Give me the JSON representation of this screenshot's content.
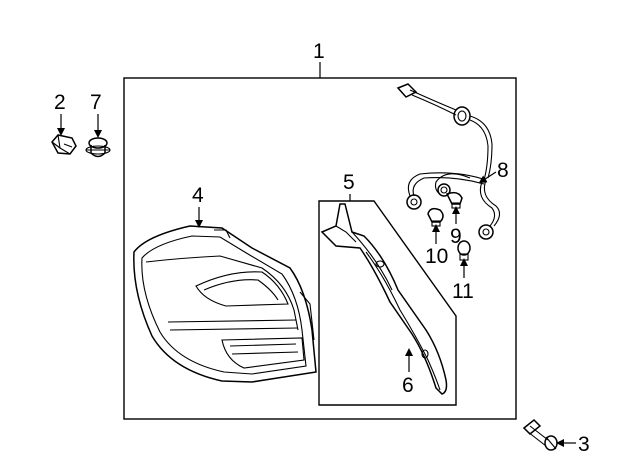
{
  "callouts": {
    "c1": "1",
    "c2": "2",
    "c3": "3",
    "c4": "4",
    "c5": "5",
    "c6": "6",
    "c7": "7",
    "c8": "8",
    "c9": "9",
    "c10": "10",
    "c11": "11"
  },
  "parts": [
    {
      "callout": "1",
      "icon": "assembly-frame"
    },
    {
      "callout": "2",
      "icon": "clip-nut-icon"
    },
    {
      "callout": "3",
      "icon": "bolt-icon"
    },
    {
      "callout": "4",
      "icon": "tail-lamp-icon"
    },
    {
      "callout": "5",
      "icon": "inner-panel-box"
    },
    {
      "callout": "6",
      "icon": "seal-strip-icon"
    },
    {
      "callout": "7",
      "icon": "grommet-icon"
    },
    {
      "callout": "8",
      "icon": "wire-harness-icon"
    },
    {
      "callout": "9",
      "icon": "bulb-icon"
    },
    {
      "callout": "10",
      "icon": "bulb-icon"
    },
    {
      "callout": "11",
      "icon": "wedge-bulb-icon"
    }
  ]
}
